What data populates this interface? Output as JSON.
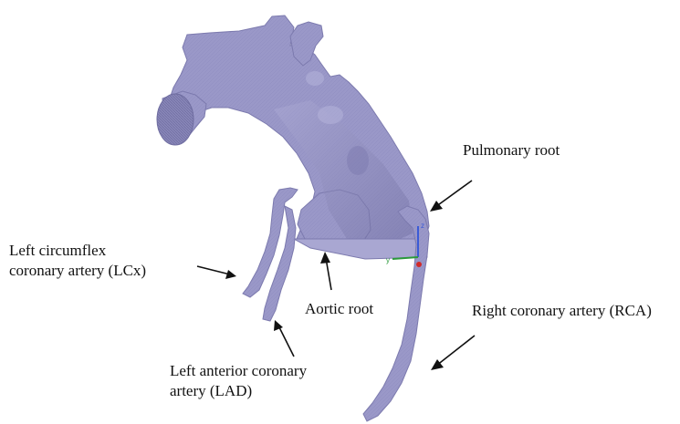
{
  "colors": {
    "surface": "#9a98c8",
    "surface_dark": "#7c7aae",
    "surface_light": "#b9b7dd",
    "text": "#111111",
    "arrow": "#111111"
  },
  "axis_triad": {
    "z_label": "z",
    "y_label": "y"
  },
  "labels": {
    "pulmonary_root": "Pulmonary root",
    "lcx_line1": "Left circumflex",
    "lcx_line2": "coronary artery (LCx)",
    "aortic_root": "Aortic root",
    "rca": "Right coronary artery (RCA)",
    "lad_line1": "Left anterior coronary",
    "lad_line2": "artery (LAD)"
  }
}
